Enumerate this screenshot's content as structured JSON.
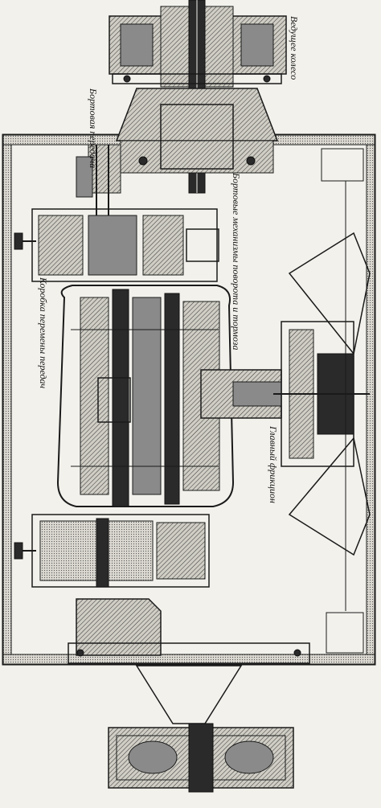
{
  "labels": {
    "drive_wheel": "Ведущее колесо",
    "final_drive": "Бортовая передача",
    "side_clutches": "Бортовые механизмы поворота и тормоза",
    "gearbox": "Коробка перемены передач",
    "main_clutch": "Главный фрикцион"
  },
  "colors": {
    "ink": "#1a1a1a",
    "paper": "#f2f1ec",
    "shade": "#8a8a8a"
  }
}
